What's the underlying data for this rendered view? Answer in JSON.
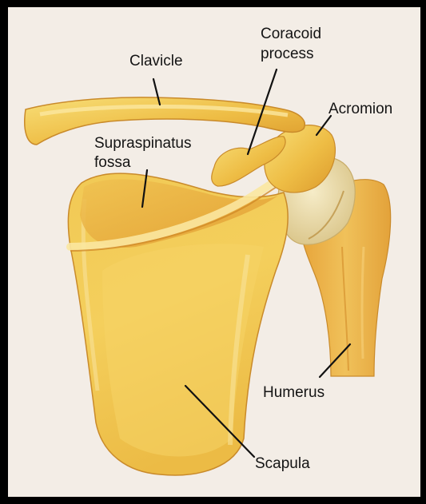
{
  "labels": {
    "clavicle": "Clavicle",
    "coracoid_line1": "Coracoid",
    "coracoid_line2": "process",
    "acromion": "Acromion",
    "supraspinatus_line1": "Supraspinatus",
    "supraspinatus_line2": "fossa",
    "humerus": "Humerus",
    "scapula": "Scapula"
  },
  "colors": {
    "background": "#f3ede6",
    "frame": "#000000",
    "bone_light": "#f6d86a",
    "bone_mid": "#eab43a",
    "bone_dark": "#d8891f",
    "humeral_head": "#efe3b4",
    "label_text": "#141414"
  }
}
